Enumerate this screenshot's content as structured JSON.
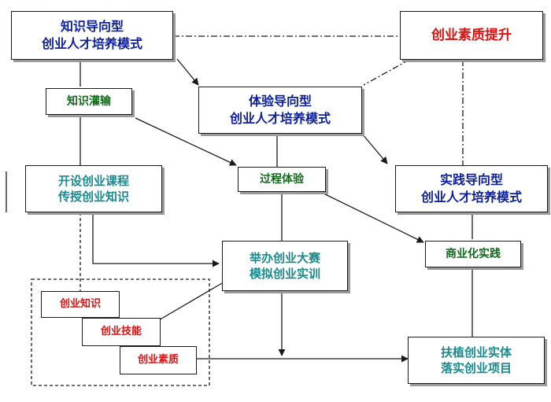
{
  "nodes": {
    "knowledge_model": [
      "知识导向型",
      "创业人才培养模式"
    ],
    "quality_up": [
      "创业素质提升"
    ],
    "experience_model": [
      "体验导向型",
      "创业人才培养模式"
    ],
    "practice_model": [
      "实践导向型",
      "创业人才培养模式"
    ],
    "knowledge_infusion": [
      "知识灌输"
    ],
    "process_experience": [
      "过程体验"
    ],
    "commercial_practice": [
      "商业化实践"
    ],
    "courses": [
      "开设创业课程",
      "传授创业知识"
    ],
    "competition": [
      "举办创业大赛",
      "模拟创业实训"
    ],
    "support_entity": [
      "扶植创业实体",
      "落实创业项目"
    ],
    "skill_knowledge": [
      "创业知识"
    ],
    "skill_skills": [
      "创业技能"
    ],
    "skill_quality": [
      "创业素质"
    ]
  },
  "colors": {
    "model_text": "#0c1f9e",
    "quality_text": "#e01010",
    "stage_text": "#0f6b18",
    "activity_text": "#1b8a8f",
    "skill_text": "#e01010",
    "line": "#1a1a1a"
  }
}
